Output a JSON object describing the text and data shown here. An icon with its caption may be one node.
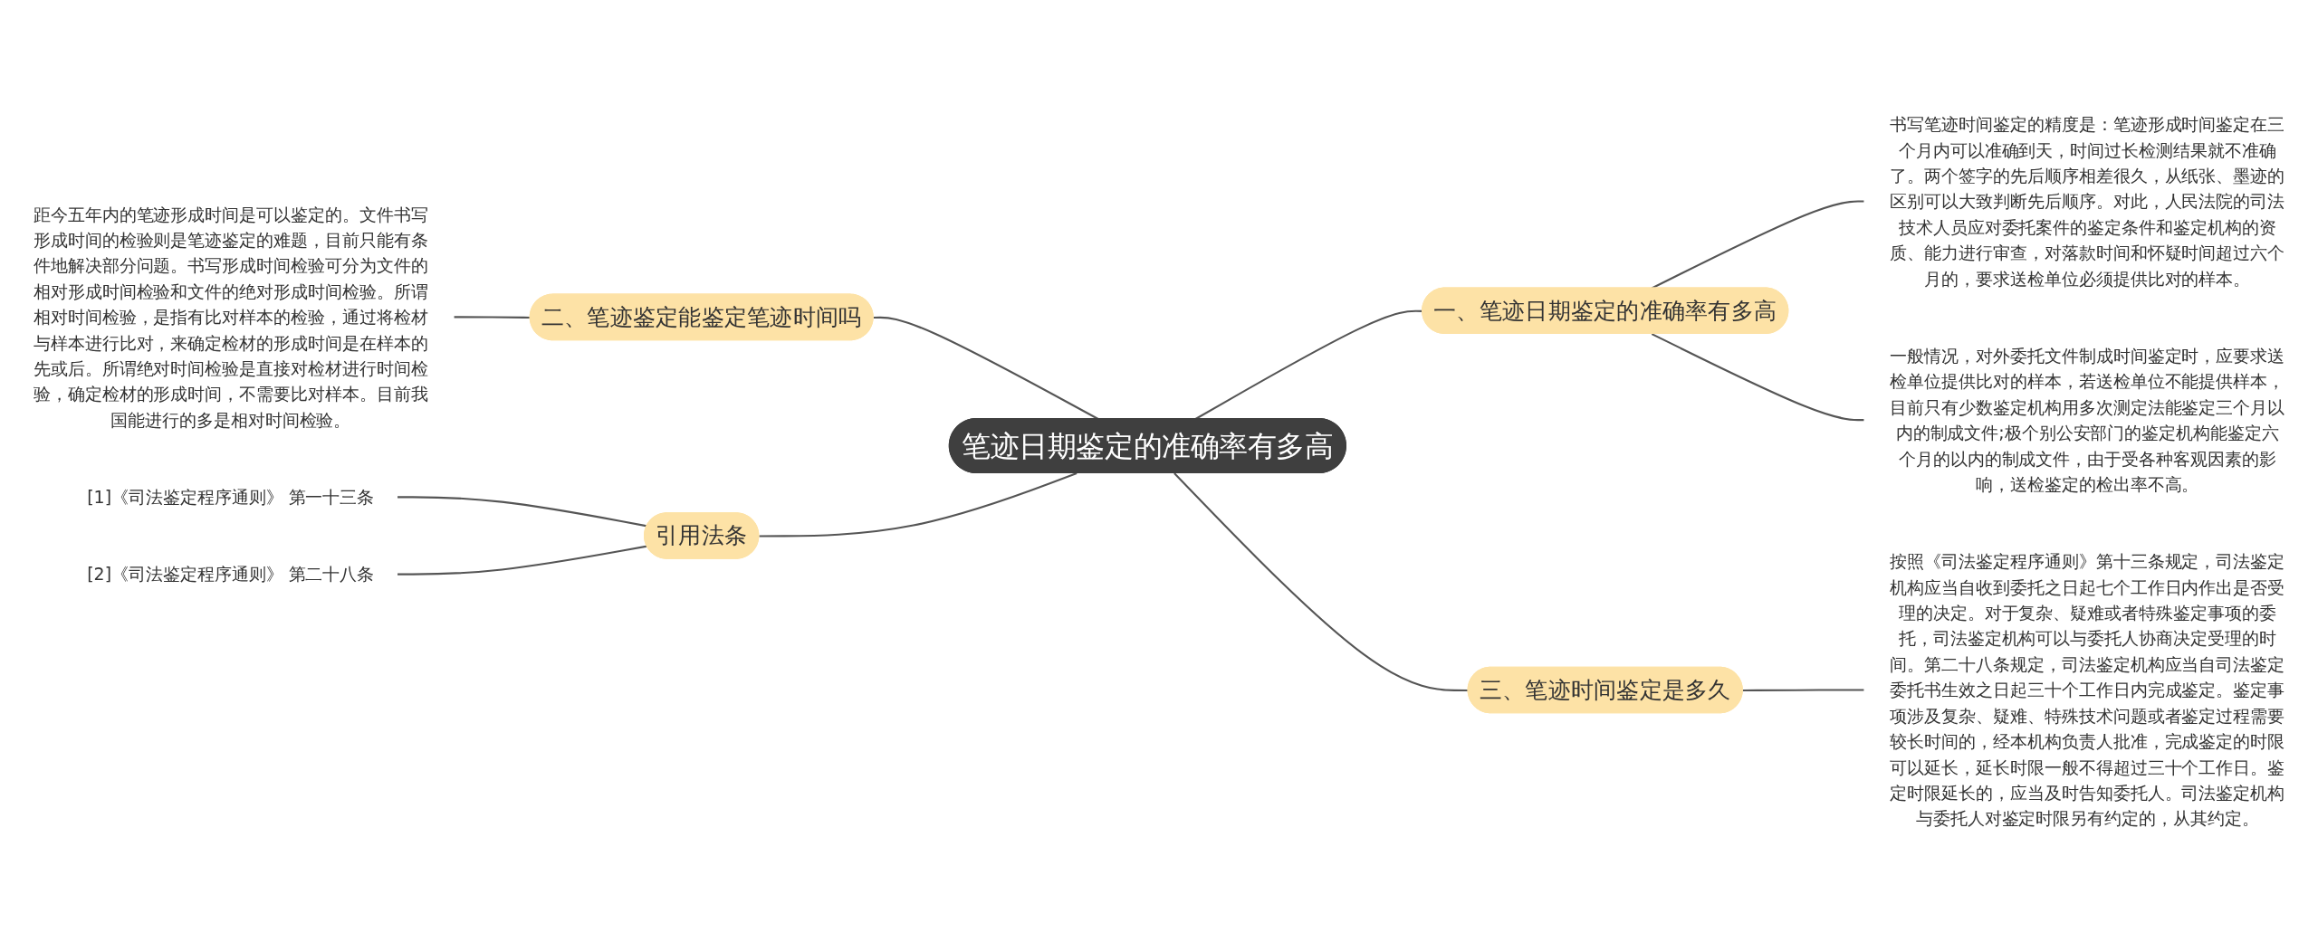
{
  "diagram": {
    "nodes": [
      {
        "text": [
          "笔迹日期鉴定的准确率有多高"
        ]
      },
      {
        "text": [
          "一、笔迹日期鉴定的准确率有多高"
        ]
      },
      {
        "text": [
          "书写笔迹时间鉴定的精度是：笔迹形成时间鉴定在三个月内可以准确到天，时间过长检测结果就不准确了。两个签字的先后顺序相差很久，从纸张、墨迹的区别可以大致判断先后顺序。对此，人民法院的司法技术人员应对委托案件的鉴定条件和鉴定机构的资质、能力进行审查，对落款时间和怀疑时间超过六个月的，要求送检单位必须提供比对的样本。"
        ]
      },
      {
        "text": [
          "一般情况，对外委托文件制成时间鉴定时，应要求送检单位提供比对的样本，若送检单位不能提供样本，目前只有少数鉴定机构用多次测定法能鉴定三个月以内的制成文件;极个别公安部门的鉴定机构能鉴定六个月的以内的制成文件，由于受各种客观因素的影响，送检鉴定的检出率不高。"
        ]
      },
      {
        "text": [
          "二、笔迹鉴定能鉴定笔迹时间吗"
        ]
      },
      {
        "text": [
          "距今五年内的笔迹形成时间是可以鉴定的。文件书写形成时间的检验则是笔迹鉴定的难题，目前只能有条件地解决部分问题。书写形成时间检验可分为文件的相对形成时间检验和文件的绝对形成时间检验。所谓相对时间检验，是指有比对样本的检验，通过将检材与样本进行比对，来确定检材的形成时间是在样本的先或后。所谓绝对时间检验是直接对检材进行时间检验，确定检材的形成时间，不需要比对样本。目前我国能进行的多是相对时间检验。"
        ]
      },
      {
        "text": [
          "引用法条"
        ]
      },
      {
        "text": [
          "[1]《司法鉴定程序通则》 第一十三条"
        ]
      },
      {
        "text": [
          "[2]《司法鉴定程序通则》 第二十八条"
        ]
      },
      {
        "text": [
          "三、笔迹时间鉴定是多久"
        ]
      },
      {
        "text": [
          "按照《司法鉴定程序通则》第十三条规定，司法鉴定机构应当自收到委托之日起七个工作日内作出是否受理的决定。对于复杂、疑难或者特殊鉴定事项的委托，司法鉴定机构可以与委托人协商决定受理的时间。第二十八条规定，司法鉴定机构应当自司法鉴定委托书生效之日起三十个工作日内完成鉴定。鉴定事项涉及复杂、疑难、特殊技术问题或者鉴定过程需要较长时间的，经本机构负责人批准，完成鉴定的时限可以延长，延长时限一般不得超过三十个工作日。鉴定时限延长的，应当及时告知委托人。司法鉴定机构与委托人对鉴定时限另有约定的，从其约定。"
        ]
      }
    ],
    "edges": [
      {
        "from": 0,
        "to": 1,
        "arrow": "none"
      },
      {
        "from": 1,
        "to": 2,
        "arrow": "none"
      },
      {
        "from": 1,
        "to": 3,
        "arrow": "none"
      },
      {
        "from": 0,
        "to": 4,
        "arrow": "none"
      },
      {
        "from": 4,
        "to": 5,
        "arrow": "none"
      },
      {
        "from": 0,
        "to": 6,
        "arrow": "none"
      },
      {
        "from": 6,
        "to": 7,
        "arrow": "none"
      },
      {
        "from": 6,
        "to": 8,
        "arrow": "none"
      },
      {
        "from": 0,
        "to": 9,
        "arrow": "none"
      },
      {
        "from": 9,
        "to": 10,
        "arrow": "none"
      }
    ]
  }
}
